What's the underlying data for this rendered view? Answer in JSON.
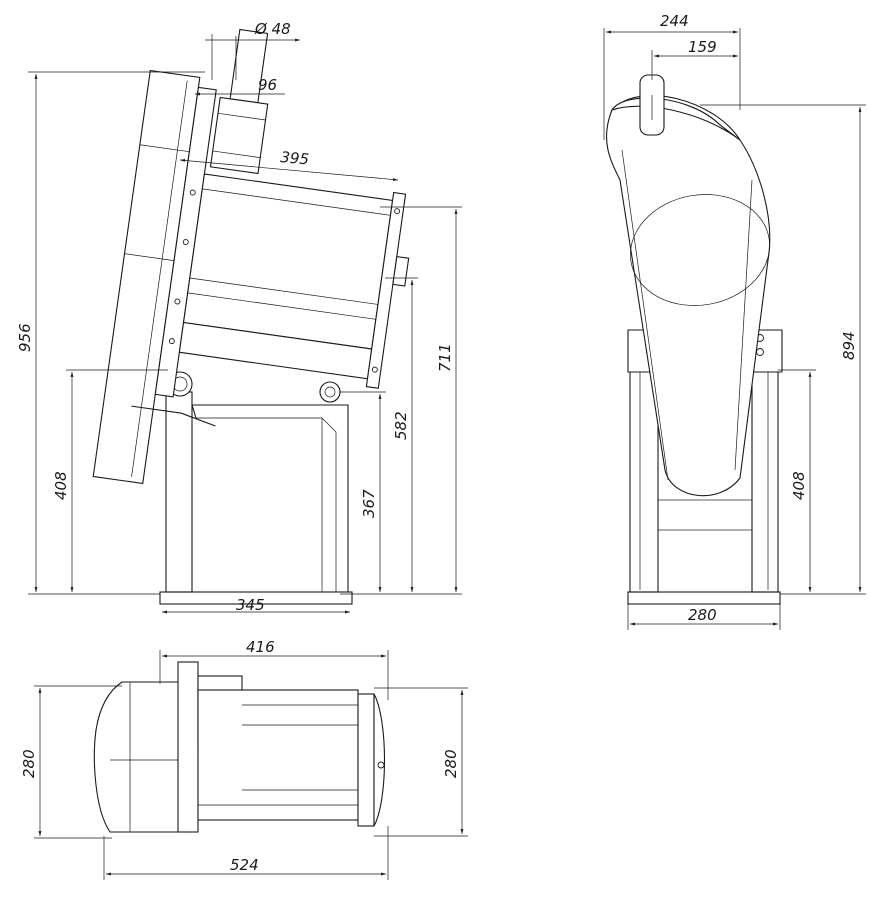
{
  "side_view": {
    "dim_pipe_diameter": "Ø 48",
    "dim_flange_width": "96",
    "dim_drum_length": "395",
    "dim_total_height": "956",
    "dim_drum_height": "711",
    "dim_axis_height": "582",
    "dim_frame_height": "408",
    "dim_leg_height": "367",
    "dim_base_width": "345"
  },
  "front_view": {
    "dim_top_width": "244",
    "dim_pipe_offset": "159",
    "dim_total_height": "894",
    "dim_frame_height": "408",
    "dim_base_width": "280"
  },
  "top_view": {
    "dim_drum_length": "416",
    "dim_left_width": "280",
    "dim_right_width": "280",
    "dim_total_length": "524"
  }
}
